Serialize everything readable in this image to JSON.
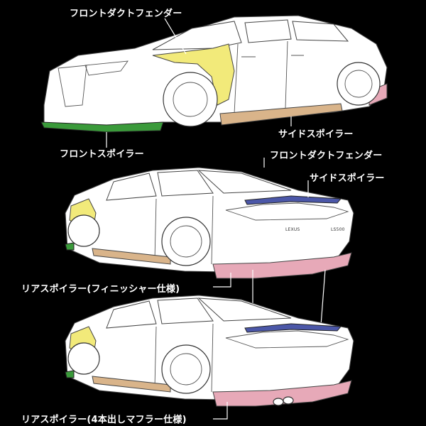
{
  "labels": {
    "top_front_duct_fender": "フロントダクトフェンダー",
    "top_side_spoiler": "サイドスポイラー",
    "top_front_spoiler": "フロントスポイラー",
    "mid_front_duct_fender": "フロントダクトフェンダー",
    "mid_side_spoiler": "サイドスポイラー",
    "mid_rear_spoiler": "リアスポイラー(フィニッシャー仕様)",
    "bottom_rear_spoiler": "リアスポイラー(4本出しマフラー仕様)"
  },
  "badges": {
    "rear_emblem_left": "LEXUS",
    "rear_emblem_right": "LS500"
  },
  "colors": {
    "background": "#000000",
    "front_duct_fender": "#f2ea7a",
    "front_spoiler": "#3a9a3a",
    "side_spoiler": "#d9b48a",
    "rear_spoiler": "#e7a9b8",
    "trunk_spoiler": "#4b57a8"
  }
}
